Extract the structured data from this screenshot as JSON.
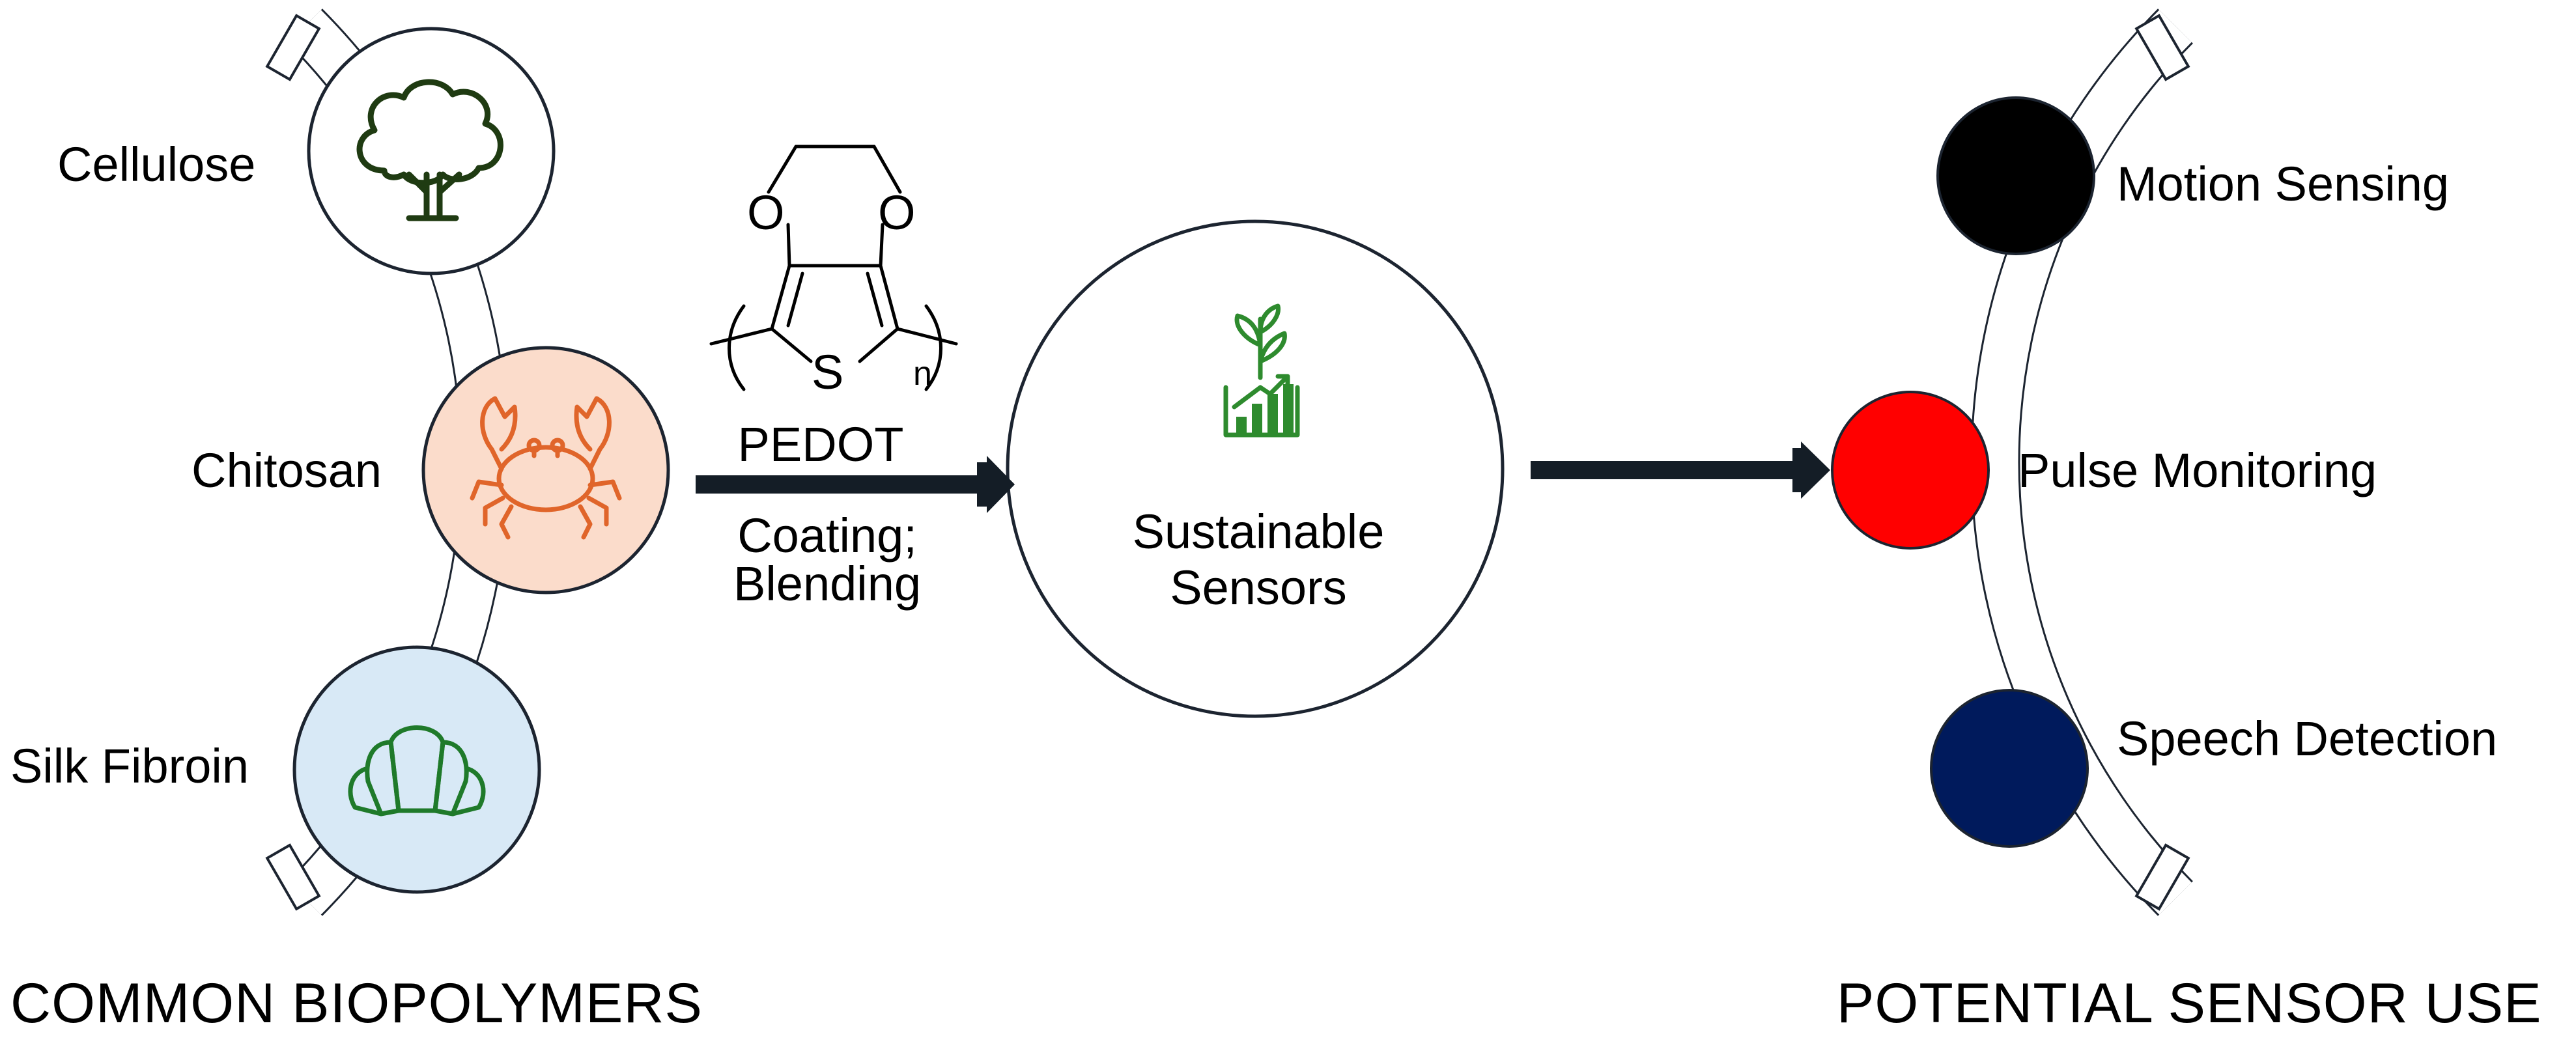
{
  "left": {
    "section_title": "COMMON BIOPOLYMERS",
    "items": [
      {
        "label": "Cellulose",
        "icon": "tree-icon",
        "fill": "#ffffff",
        "icon_color": "#1f3b12"
      },
      {
        "label": "Chitosan",
        "icon": "crab-icon",
        "fill": "#fbdccb",
        "icon_color": "#e0652a"
      },
      {
        "label": "Silk Fibroin",
        "icon": "silk-cocoon-icon",
        "fill": "#d8e9f6",
        "icon_color": "#1f7a2a"
      }
    ]
  },
  "process": {
    "molecule_name": "PEDOT",
    "atom_O1": "O",
    "atom_O2": "O",
    "atom_S": "S",
    "subscript": "n",
    "method_line1": "Coating;",
    "method_line2": "Blending"
  },
  "center": {
    "line1": "Sustainable",
    "line2": "Sensors",
    "icon": "plant-growth-chart-icon",
    "icon_color": "#2e8b2e"
  },
  "right": {
    "section_title": "POTENTIAL SENSOR USE",
    "items": [
      {
        "label": "Motion Sensing",
        "color": "#000000"
      },
      {
        "label": "Pulse Monitoring",
        "color": "#ff0000"
      },
      {
        "label": "Speech Detection",
        "color": "#001a5c"
      }
    ]
  },
  "colors": {
    "arrow": "#141d26",
    "outline": "#1c2430"
  }
}
